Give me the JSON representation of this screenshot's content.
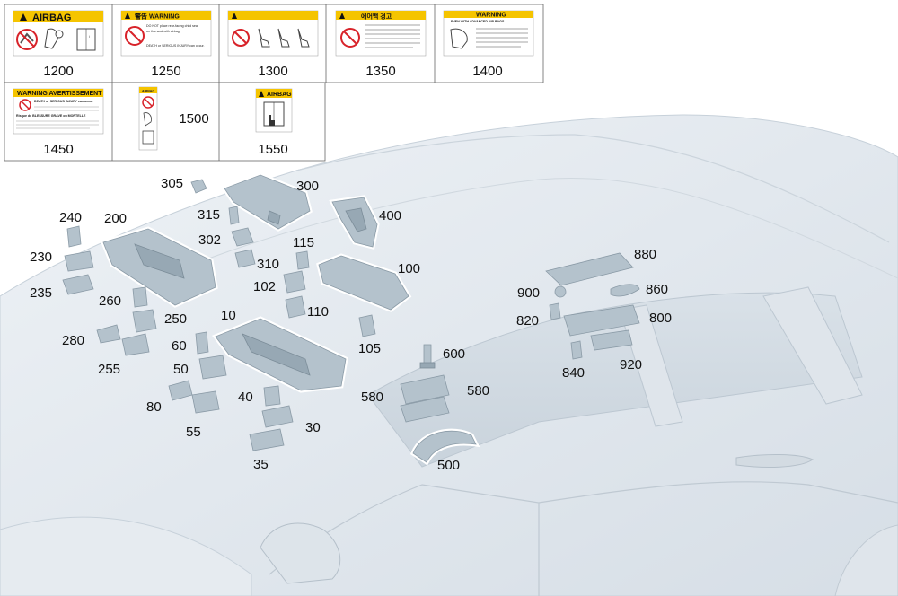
{
  "labels": [
    {
      "part": "1200",
      "header": "AIRBAG",
      "warning_type": "airbag"
    },
    {
      "part": "1250",
      "header": "警告   WARNING",
      "warning_type": "warning-cn",
      "lines": [
        "DO NOT place rear-facing child seat",
        "on this seat with airbag.",
        "DEATH or SERIOUS INJURY can occur."
      ]
    },
    {
      "part": "1300",
      "header": "",
      "warning_type": "seats"
    },
    {
      "part": "1350",
      "header": "에어백 경고",
      "warning_type": "korean"
    },
    {
      "part": "1400",
      "header": "WARNING",
      "subheader": "EVEN WITH ADVANCED AIR BAGS",
      "warning_type": "advanced"
    },
    {
      "part": "1450",
      "header": "WARNING  AVERTISSEMENT",
      "lines": [
        "DEATH or SERIOUS INJURY can occur",
        "Risque de BLESSURE GRAVE ou MORTELLE"
      ],
      "warning_type": "bilingual"
    },
    {
      "part": "1500",
      "header": "AIRBAG",
      "warning_type": "strip"
    },
    {
      "part": "1550",
      "header": "AIRBAG",
      "warning_type": "manual"
    }
  ],
  "callouts": [
    "305",
    "300",
    "315",
    "400",
    "240",
    "200",
    "302",
    "115",
    "230",
    "310",
    "100",
    "102",
    "235",
    "260",
    "900",
    "880",
    "860",
    "10",
    "110",
    "820",
    "800",
    "250",
    "280",
    "60",
    "105",
    "600",
    "255",
    "50",
    "840",
    "920",
    "40",
    "580",
    "580",
    "80",
    "30",
    "55",
    "500",
    "35"
  ],
  "colors": {
    "warning_yellow": "#f5c400",
    "prohibit_red": "#d8232a",
    "part": "#b4c2cc",
    "car_body": "#e2e8ee"
  }
}
